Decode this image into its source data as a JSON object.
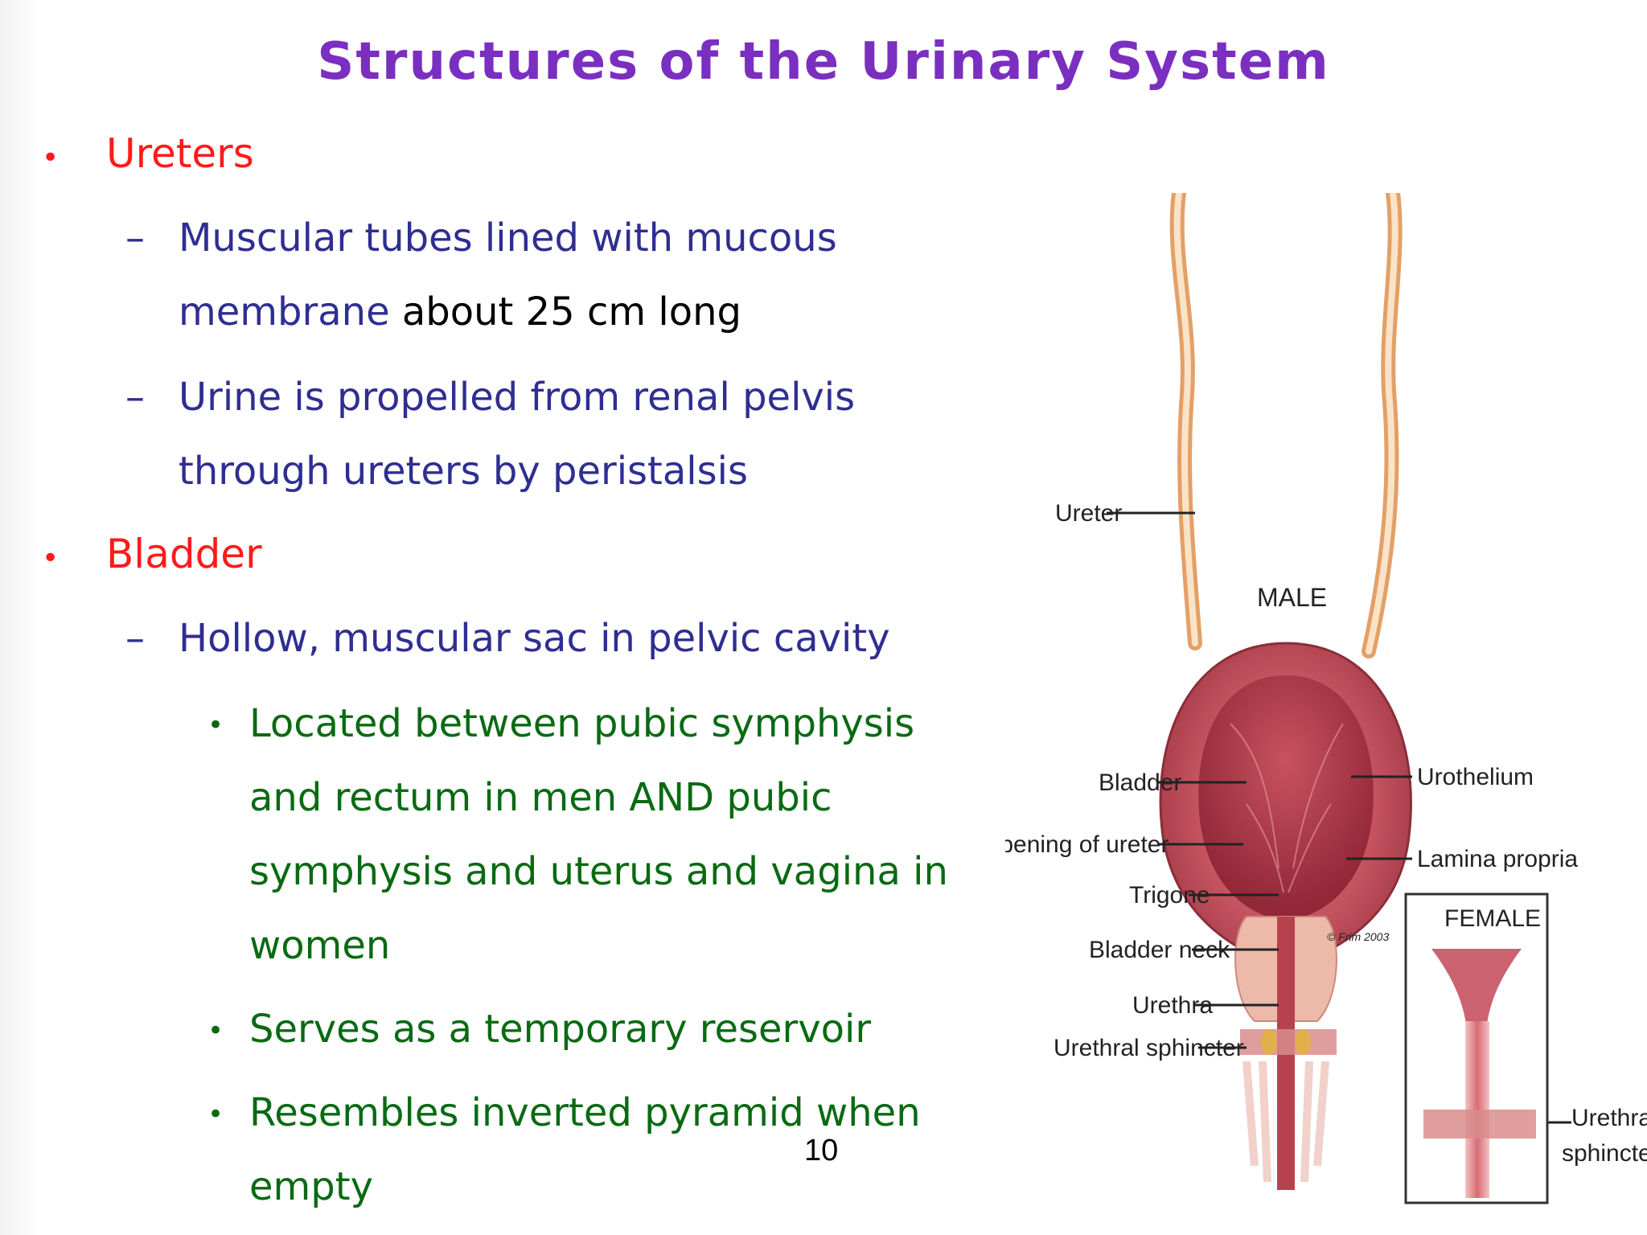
{
  "title": "Structures of the Urinary System",
  "bullets": {
    "ureters": {
      "heading": "Ureters",
      "sub1_line1": "Muscular tubes lined with mucous",
      "sub1_line2_blue": "membrane",
      "sub1_line2_black": " about 25 cm long",
      "sub2_line1": "Urine is propelled from renal pelvis",
      "sub2_line2": "through ureters by peristalsis"
    },
    "bladder": {
      "heading": "Bladder",
      "sub1": "Hollow, muscular sac in pelvic cavity",
      "points": [
        {
          "lines": [
            "Located between pubic symphysis",
            "and rectum in men AND pubic",
            "symphysis and uterus and vagina in",
            "women"
          ]
        },
        {
          "lines": [
            "Serves as a temporary reservoir"
          ]
        },
        {
          "lines": [
            "Resembles inverted pyramid when",
            "empty"
          ]
        }
      ]
    }
  },
  "page_number": "10",
  "diagram": {
    "male_label": "MALE",
    "female_label": "FEMALE",
    "labels": {
      "ureter": "Ureter",
      "bladder": "Bladder",
      "opening_of_ureter": "Opening of ureter",
      "trigone": "Trigone",
      "bladder_neck": "Bladder neck",
      "urethra": "Urethra",
      "urethral_sphincter": "Urethral sphincter",
      "urothelium": "Urothelium",
      "lamina_propria": "Lamina propria",
      "female_urethral_1": "Urethral",
      "female_urethral_2": "sphincter"
    },
    "signature": "© Frim 2003"
  },
  "colors": {
    "title": "#7a2fc0",
    "level1": "#ff1a1a",
    "level2": "#2e2e92",
    "level3": "#0a6a12"
  }
}
